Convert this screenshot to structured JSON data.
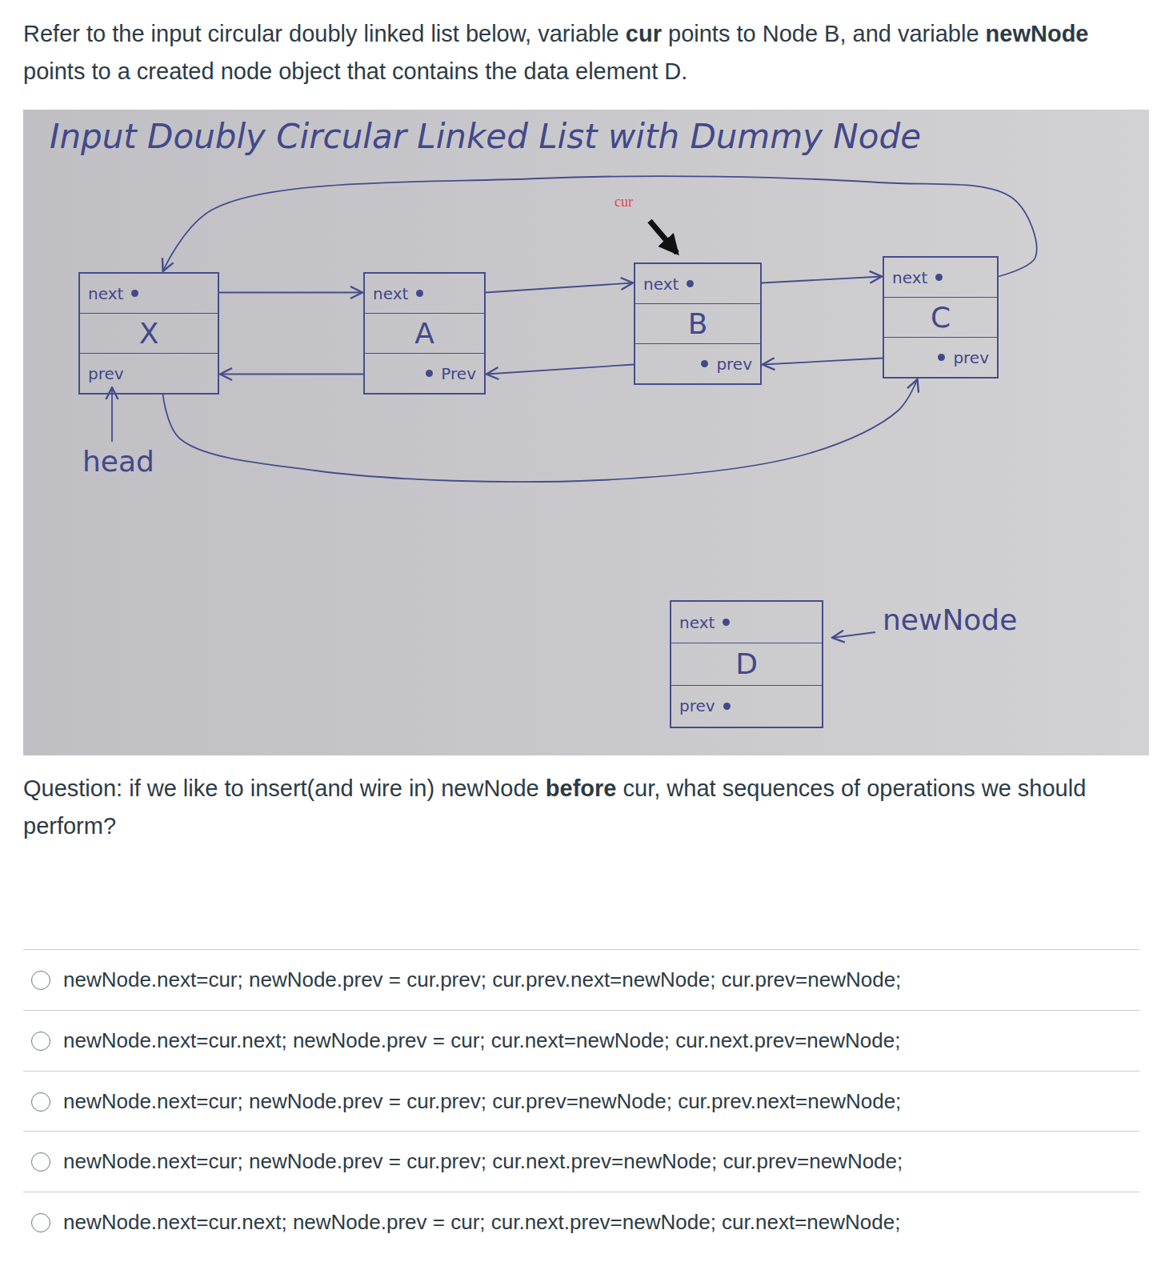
{
  "diagram": {
    "title": "Input Doubly Circular Linked List with Dummy Node",
    "nodes": [
      {
        "text": [
          "next",
          "X",
          "prev"
        ]
      },
      {
        "text": [
          "next",
          "A",
          "Prev"
        ]
      },
      {
        "text": [
          "next",
          "B",
          "prev"
        ]
      },
      {
        "text": [
          "next",
          "C",
          "prev"
        ]
      },
      {
        "text": [
          "next",
          "D",
          "prev"
        ]
      }
    ],
    "edges": [
      {
        "from": 0,
        "to": 1,
        "arrow": "to"
      },
      {
        "from": 1,
        "to": 2,
        "arrow": "to"
      },
      {
        "from": 2,
        "to": 3,
        "arrow": "to"
      },
      {
        "from": 3,
        "to": 0,
        "arrow": "to"
      },
      {
        "from": 1,
        "to": 0,
        "arrow": "to"
      },
      {
        "from": 2,
        "to": 1,
        "arrow": "to"
      },
      {
        "from": 3,
        "to": 2,
        "arrow": "to"
      },
      {
        "from": 0,
        "to": 3,
        "arrow": "to"
      }
    ],
    "labels": [
      "Refer to the input circular doubly linked list below, variable",
      "cur",
      "points to Node B, and variable",
      "newNode",
      "points to a created node object that contains the data element D.",
      "cur",
      "head",
      "newNode",
      "Question: if we like to insert(and wire in) newNode",
      "before",
      "cur, what sequences of operations we should perform?",
      "newNode.next=cur; newNode.prev = cur.prev; cur.prev.next=newNode; cur.prev=newNode;",
      "newNode.next=cur.next; newNode.prev = cur; cur.next=newNode; cur.next.prev=newNode;",
      "newNode.next=cur; newNode.prev = cur.prev; cur.prev=newNode; cur.prev.next=newNode;",
      "newNode.next=cur; newNode.prev = cur.prev; cur.next.prev=newNode; cur.prev=newNode;",
      "newNode.next=cur.next; newNode.prev = cur; cur.next.prev=newNode; cur.next=newNode;"
    ]
  }
}
